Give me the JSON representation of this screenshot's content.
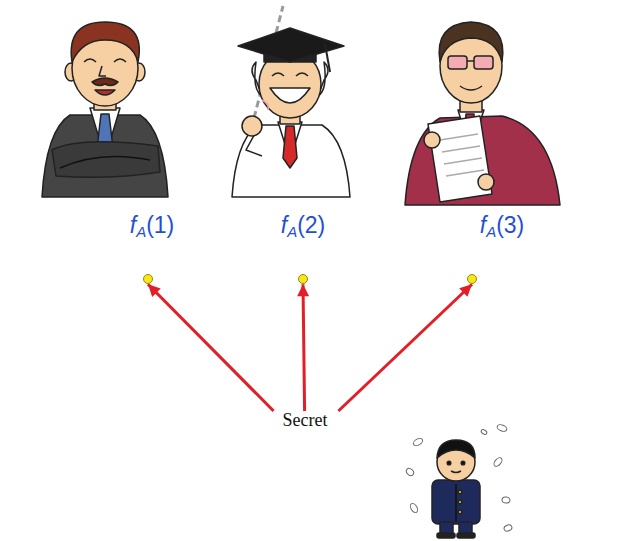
{
  "diagram": {
    "nodes": [
      {
        "text": [
          "fA(1)"
        ]
      },
      {
        "text": [
          "fA(2)"
        ]
      },
      {
        "text": [
          "fA(3)"
        ]
      },
      {
        "text": [
          "Secret"
        ]
      }
    ],
    "edges": [
      {
        "from": 3,
        "to": 0,
        "arrow": "to"
      },
      {
        "from": 3,
        "to": 1,
        "arrow": "to"
      },
      {
        "from": 3,
        "to": 2,
        "arrow": "to"
      }
    ]
  }
}
